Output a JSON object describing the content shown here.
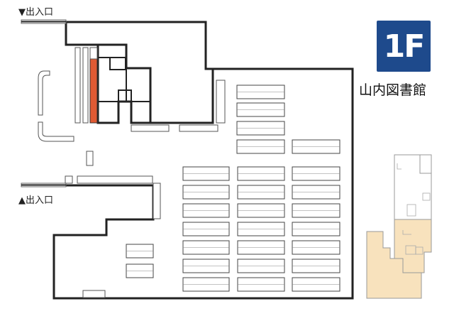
{
  "entrance_top_label": "▼出入口",
  "entrance_bottom_label": "▲出入口",
  "floor_badge": "1F",
  "library_name": "山内図書館",
  "colors": {
    "badge_background": "#1e4a8c",
    "highlight_red": "#e05a33",
    "minimap_highlight": "#f8e2bd",
    "wall": "#222222",
    "shelf": "#444444"
  },
  "minimap_state": "current-floor-highlighted"
}
